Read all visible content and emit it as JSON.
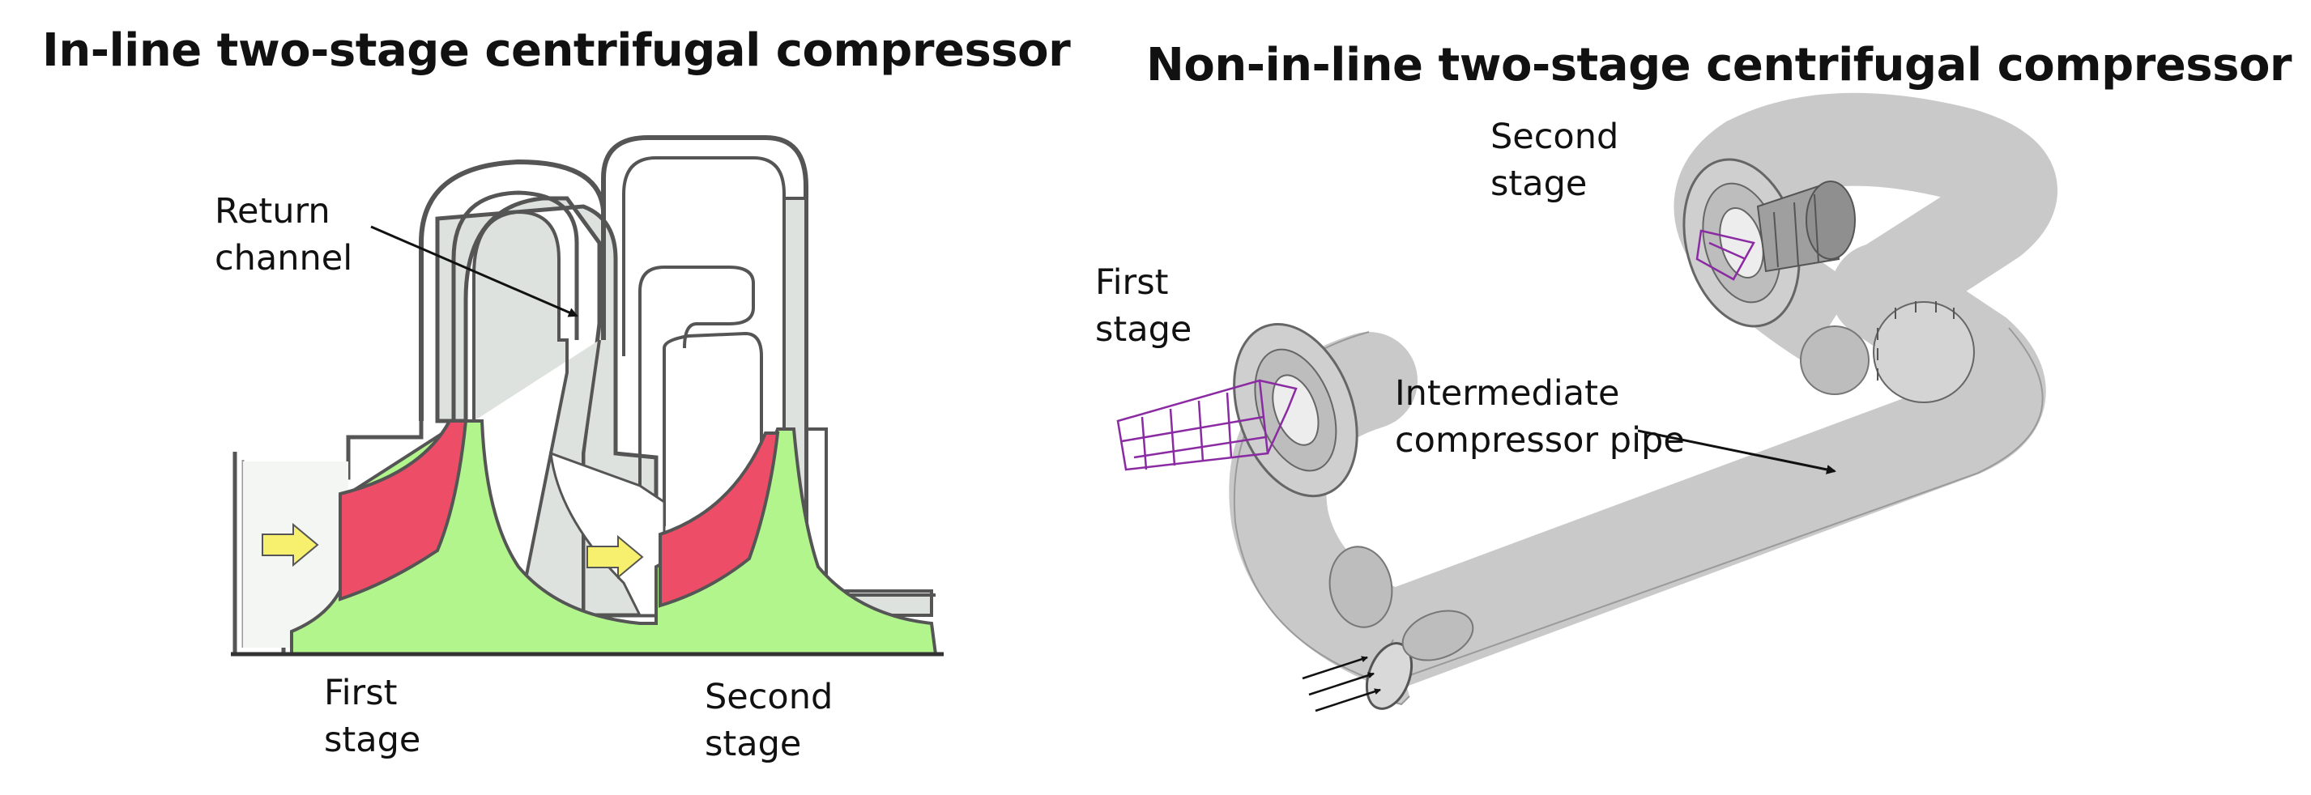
{
  "left_panel": {
    "title": "In-line two-stage centrifugal compressor",
    "return_channel": [
      "Return",
      "channel"
    ],
    "first_stage": [
      "First",
      "stage"
    ],
    "second_stage": [
      "Second",
      "stage"
    ]
  },
  "right_panel": {
    "title": "Non-in-line two-stage centrifugal compressor",
    "first_stage": [
      "First",
      "stage"
    ],
    "second_stage": [
      "Second",
      "stage"
    ],
    "pipe": [
      "Intermediate",
      "compressor pipe"
    ]
  },
  "colors": {
    "impeller_blade": "#ee4d68",
    "hub": "#b2f58c",
    "casing": "#dde2df",
    "flow_arrow": "#f7f06e",
    "pipe": "#c9c9c9",
    "mesh": "#8b2ba3"
  }
}
